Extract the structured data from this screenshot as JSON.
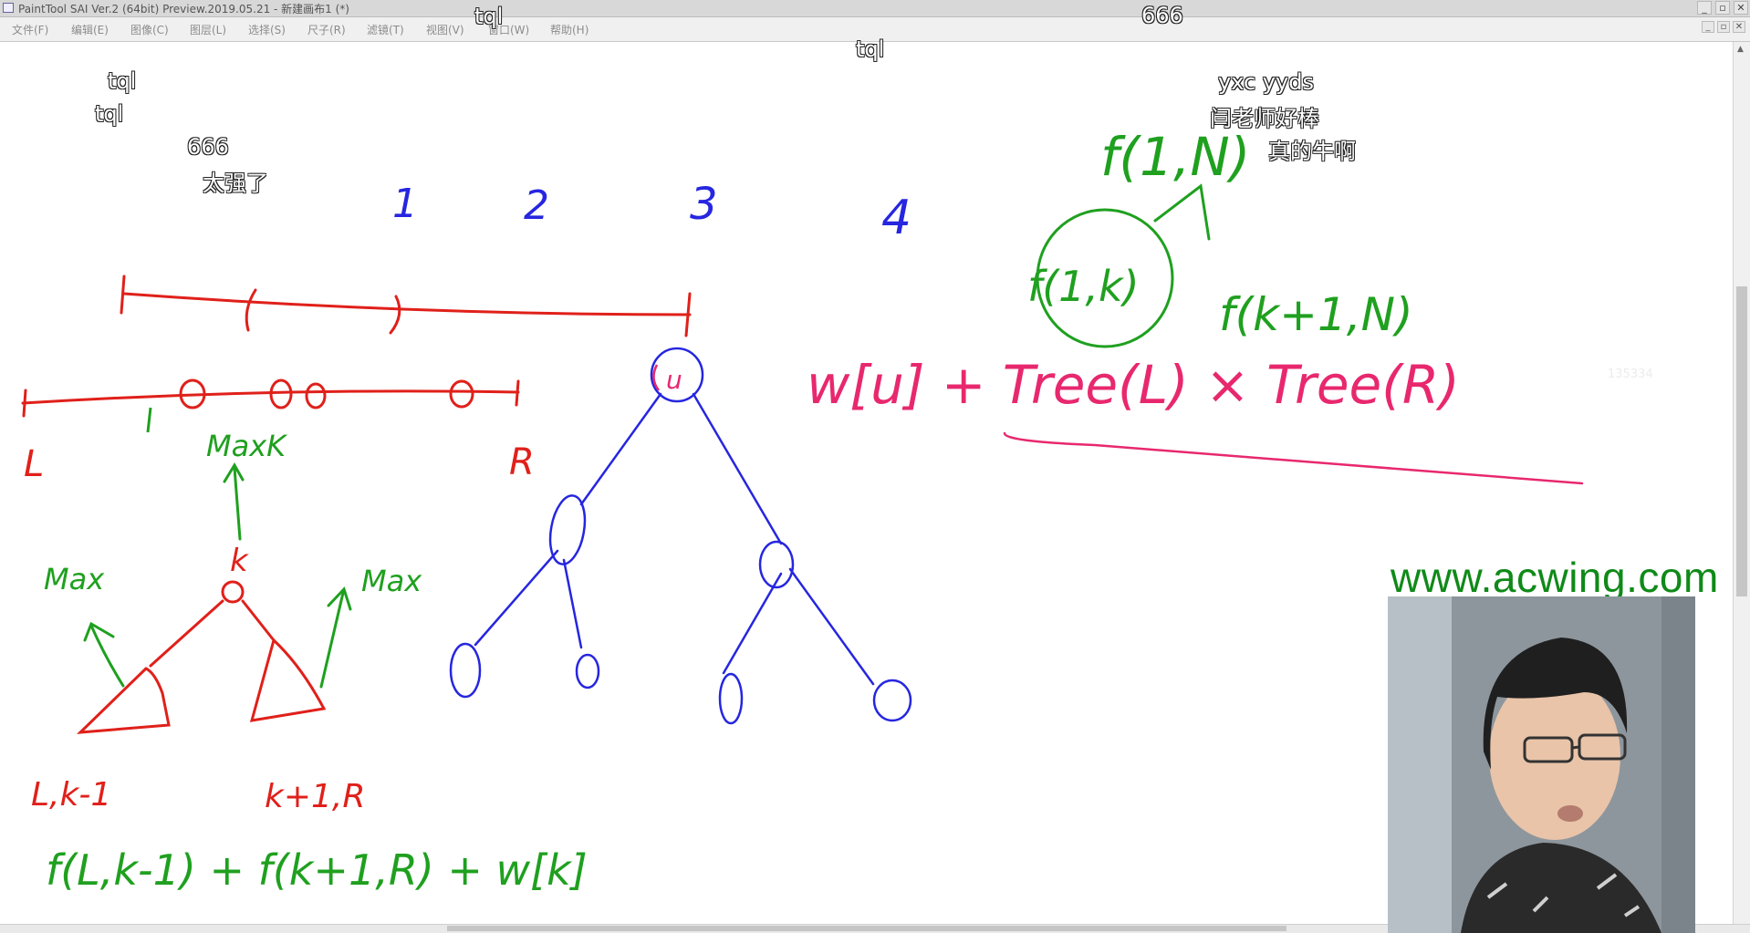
{
  "window": {
    "title": "PaintTool SAI Ver.2 (64bit) Preview.2019.05.21 - 新建画布1 (*)",
    "controls": [
      "_",
      "▫",
      "✕"
    ]
  },
  "menu": [
    {
      "label": "文件(F)"
    },
    {
      "label": "编辑(E)"
    },
    {
      "label": "图像(C)"
    },
    {
      "label": "图层(L)"
    },
    {
      "label": "选择(S)"
    },
    {
      "label": "尺子(R)"
    },
    {
      "label": "滤镜(T)"
    },
    {
      "label": "视图(V)"
    },
    {
      "label": "窗口(W)"
    },
    {
      "label": "帮助(H)"
    }
  ],
  "mdi_controls": [
    "_",
    "▫",
    "✕"
  ],
  "canvas": {
    "faint_number": "135334",
    "drawn_text": {
      "l_label": "L",
      "r_label": "R",
      "maxk": "MaxK",
      "k": "k",
      "max": "Max",
      "left_range": "L,k-1",
      "right_range": "k+1,R",
      "formula_sum": "f(L,k-1) + f(k+1,R) + w[k]",
      "num_1": "1",
      "num_2": "2",
      "num_3": "3",
      "num_4": "4",
      "root_u": "u",
      "tree_formula": "w[u] + Tree(L) × Tree(R)",
      "f_top": "f(1,N)",
      "f_left": "f(1,k)",
      "f_right": "f(k+1,N)"
    }
  },
  "overlay": {
    "danmu": [
      {
        "text": "tql"
      },
      {
        "text": "666"
      },
      {
        "text": "tql"
      },
      {
        "text": "tql"
      },
      {
        "text": "tql"
      },
      {
        "text": "666"
      },
      {
        "text": "太强了"
      },
      {
        "text": "yxc  yyds"
      },
      {
        "text": "闫老师好棒"
      },
      {
        "text": "真的牛啊"
      }
    ],
    "watermark": "www.acwing.com"
  },
  "colors": {
    "red_ink": "#e0201a",
    "blue_ink": "#2626e0",
    "green_ink": "#1fa01f",
    "pink_ink": "#e8286e",
    "watermark": "#0f8a18"
  }
}
